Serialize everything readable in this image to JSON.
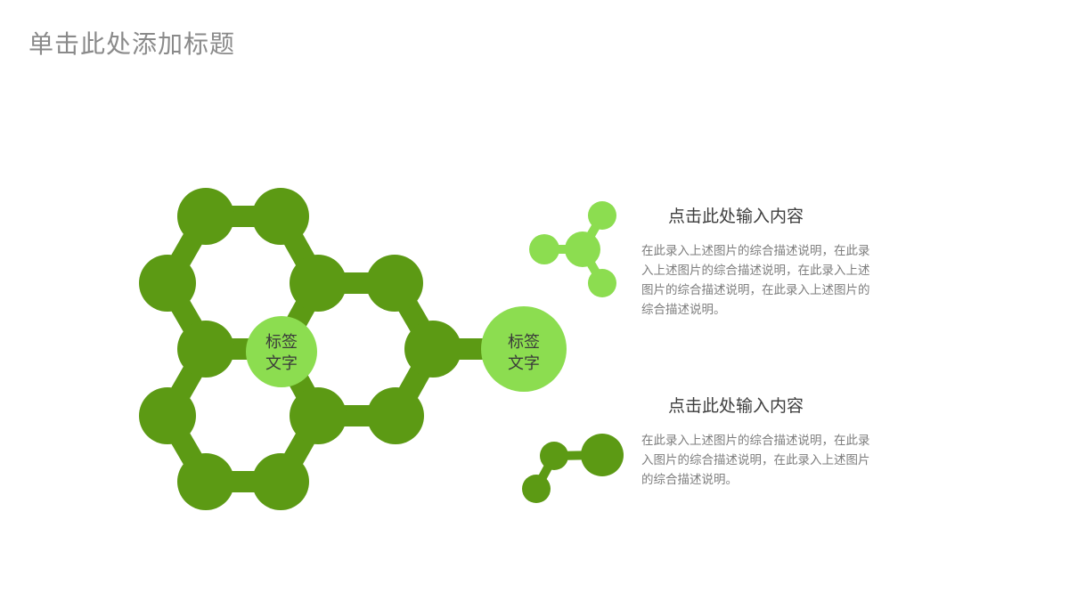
{
  "slide": {
    "title": "单击此处添加标题"
  },
  "diagram": {
    "label_left": [
      "标签",
      "文字"
    ],
    "label_right": [
      "标签",
      "文字"
    ]
  },
  "items": [
    {
      "heading": "点击此处输入内容",
      "description_lines": [
        "在此录入上述图片的综合描述说明，在此录",
        "入上述图片的综合描述说明，在此录入上述",
        "图片的综合描述说明，在此录入上述图片的",
        "综合描述说明。"
      ]
    },
    {
      "heading": "点击此处输入内容",
      "description_lines": [
        "在此录入上述图片的综合描述说明，在此录",
        "入图片的综合描述说明，在此录入上述图片",
        "的综合描述说明。"
      ]
    }
  ],
  "colors": {
    "dark_green": "#5c9a14",
    "light_green": "#8cdd50",
    "title_gray": "#8a8a8a"
  }
}
